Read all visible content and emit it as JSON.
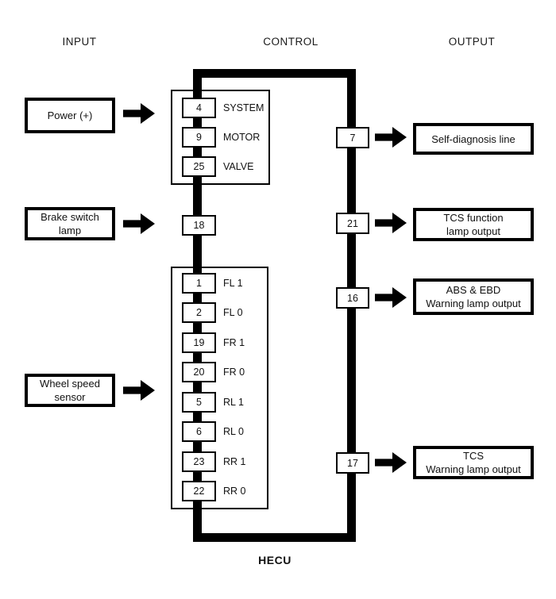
{
  "headers": {
    "input": "INPUT",
    "control": "CONTROL",
    "output": "OUTPUT"
  },
  "hecu_label": "HECU",
  "colors": {
    "line": "#000000",
    "background": "#ffffff",
    "text": "#111111"
  },
  "inputs": [
    {
      "name": "power",
      "lines": [
        "Power (+)"
      ]
    },
    {
      "name": "brake-switch-lamp",
      "lines": [
        "Brake switch",
        "lamp"
      ]
    },
    {
      "name": "wheel-speed-sensor",
      "lines": [
        "Wheel speed",
        "sensor"
      ]
    }
  ],
  "control_pins": {
    "power_group": [
      {
        "pin": "4",
        "label": "SYSTEM"
      },
      {
        "pin": "9",
        "label": "MOTOR"
      },
      {
        "pin": "25",
        "label": "VALVE"
      }
    ],
    "brake_pin": "18",
    "wheel_group": [
      {
        "pin": "1",
        "label": "FL 1"
      },
      {
        "pin": "2",
        "label": "FL 0"
      },
      {
        "pin": "19",
        "label": "FR 1"
      },
      {
        "pin": "20",
        "label": "FR 0"
      },
      {
        "pin": "5",
        "label": "RL 1"
      },
      {
        "pin": "6",
        "label": "RL 0"
      },
      {
        "pin": "23",
        "label": "RR 1"
      },
      {
        "pin": "22",
        "label": "RR 0"
      }
    ]
  },
  "outputs": [
    {
      "pin": "7",
      "lines": [
        "Self-diagnosis line"
      ]
    },
    {
      "pin": "21",
      "lines": [
        "TCS function",
        "lamp output"
      ]
    },
    {
      "pin": "16",
      "lines": [
        "ABS & EBD",
        "Warning lamp output"
      ]
    },
    {
      "pin": "17",
      "lines": [
        "TCS",
        "Warning lamp output"
      ]
    }
  ]
}
